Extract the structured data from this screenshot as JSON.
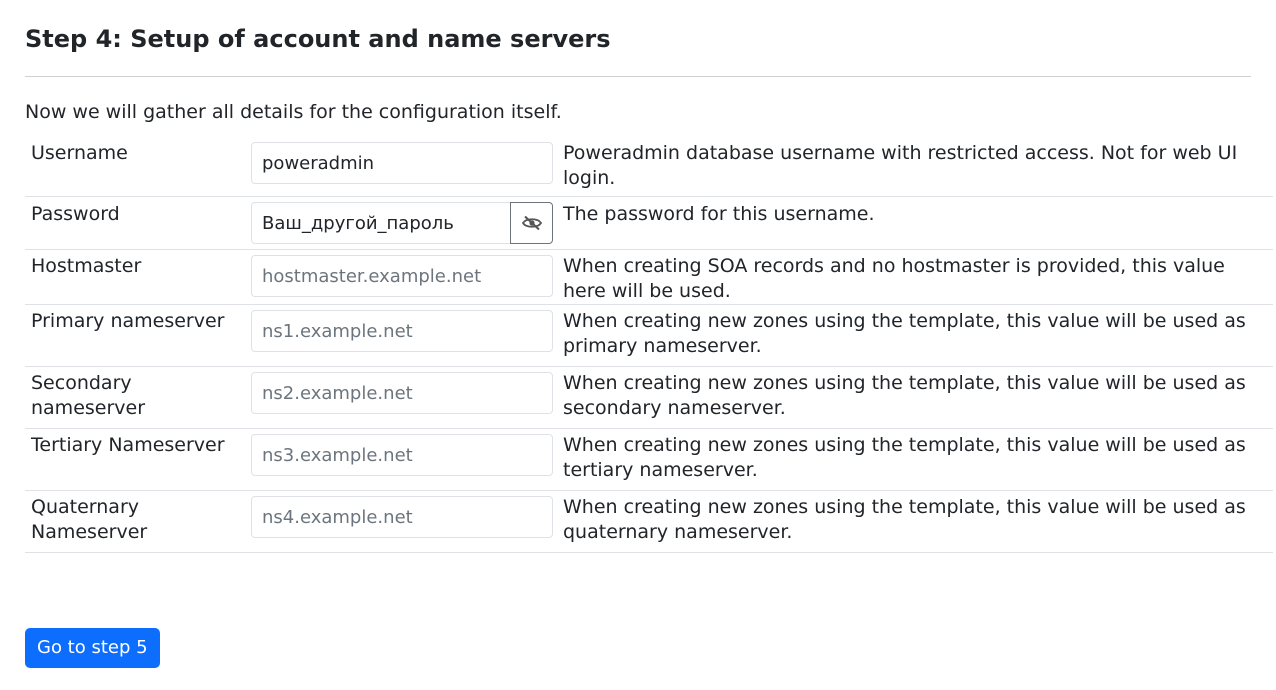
{
  "page": {
    "title": "Step 4: Setup of account and name servers",
    "intro": "Now we will gather all details for the configuration itself."
  },
  "rows": [
    {
      "label": "Username",
      "value": "poweradmin",
      "placeholder": "",
      "description": "Poweradmin database username with restricted access. Not for web UI login."
    },
    {
      "label": "Password",
      "value": "Ваш_другой_пароль",
      "placeholder": "",
      "description": "The password for this username.",
      "toggle_icon": "eye-slash-icon"
    },
    {
      "label": "Hostmaster",
      "value": "",
      "placeholder": "hostmaster.example.net",
      "description": "When creating SOA records and no hostmaster is provided, this value here will be used."
    },
    {
      "label": "Primary nameserver",
      "value": "",
      "placeholder": "ns1.example.net",
      "description": "When creating new zones using the template, this value will be used as primary nameserver."
    },
    {
      "label": "Secondary nameserver",
      "value": "",
      "placeholder": "ns2.example.net",
      "description": "When creating new zones using the template, this value will be used as secondary nameserver."
    },
    {
      "label": "Tertiary Nameserver",
      "value": "",
      "placeholder": "ns3.example.net",
      "description": "When creating new zones using the template, this value will be used as tertiary nameserver."
    },
    {
      "label": "Quaternary Nameserver",
      "value": "",
      "placeholder": "ns4.example.net",
      "description": "When creating new zones using the template, this value will be used as quaternary nameserver."
    }
  ],
  "actions": {
    "next_label": "Go to step 5"
  },
  "colors": {
    "primary": "#0d6efd",
    "text": "#212529",
    "placeholder": "#6c757d",
    "border": "#dee2e6"
  }
}
